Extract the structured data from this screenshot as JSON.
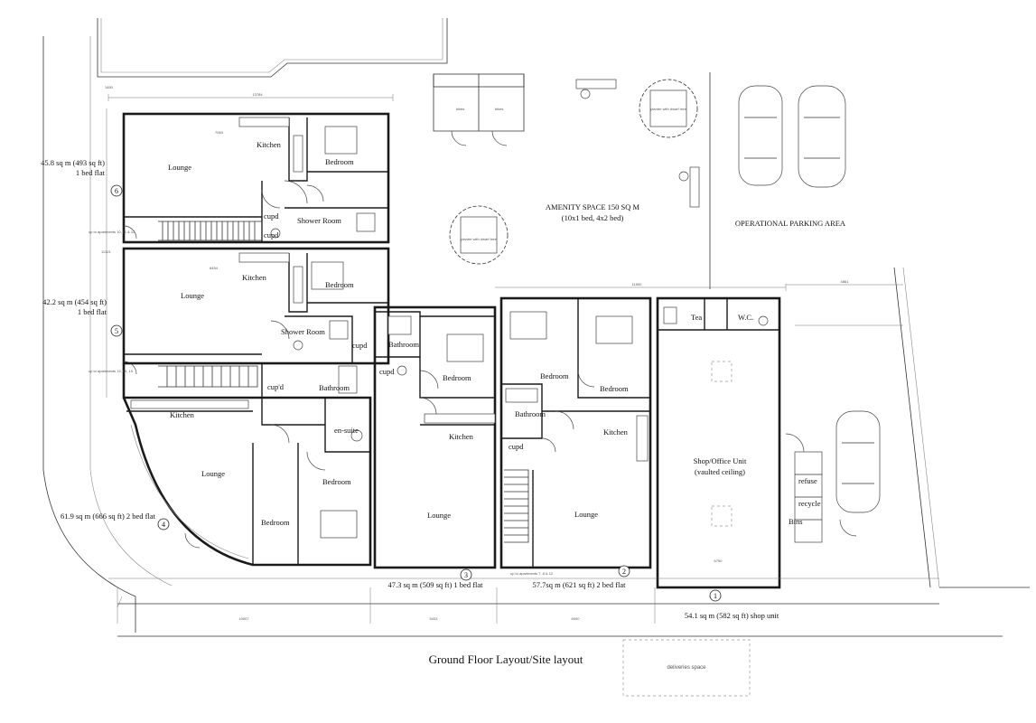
{
  "title": "Ground Floor Layout/Site layout",
  "amenity": {
    "line1": "AMENITY SPACE 150 SQ M",
    "line2": "(10x1 bed, 4x2 bed)"
  },
  "parking_area": "OPERATIONAL PARKING AREA",
  "deliveries": "deliveries  space",
  "planter_label": "planter with dwarf tree",
  "bikes_label": "bikes",
  "stairs_note_upper": "up to apartments 10, 11 & 12",
  "stairs_note_lower": "up to apartments 13, 14, 15",
  "stairs_note_centre": "up to apartments 7, 8 & 12",
  "dimensions": {
    "top_overall": "13784",
    "left_depth": "1450",
    "flat6_width": "7063",
    "flat5_width": "6454",
    "mid_depth": "11321",
    "bottom_overall": "10007",
    "bottom_mid": "5433",
    "bottom_right": "6000",
    "unit_width": "11500",
    "right_width": "4861",
    "shop_width": "6750"
  },
  "flats": [
    {
      "number": "6",
      "area": "45.8 sq m (493 sq ft)",
      "type": "1 bed flat"
    },
    {
      "number": "5",
      "area": "42.2 sq m (454 sq ft)",
      "type": "1 bed flat"
    },
    {
      "number": "4",
      "area": "61.9 sq m (666 sq ft) 2 bed flat"
    },
    {
      "number": "3",
      "area": "47.3 sq m (509 sq ft) 1 bed flat"
    },
    {
      "number": "2",
      "area": "57.7sq m (621 sq ft) 2 bed flat"
    },
    {
      "number": "1",
      "area": "54.1 sq m (582 sq ft) shop unit"
    }
  ],
  "rooms": {
    "kitchen": "Kitchen",
    "lounge": "Lounge",
    "bedroom": "Bedroom",
    "shower_room": "Shower Room",
    "cupd": "cupd",
    "cupd_alt": "cup'd",
    "bathroom": "Bathroom",
    "en_suite": "en-suite",
    "tea": "Tea",
    "wc": "W.C.",
    "shop_line1": "Shop/Office Unit",
    "shop_line2": "(vaulted ceiling)",
    "refuse": "refuse",
    "recycle": "recycle",
    "bins": "Bins"
  }
}
